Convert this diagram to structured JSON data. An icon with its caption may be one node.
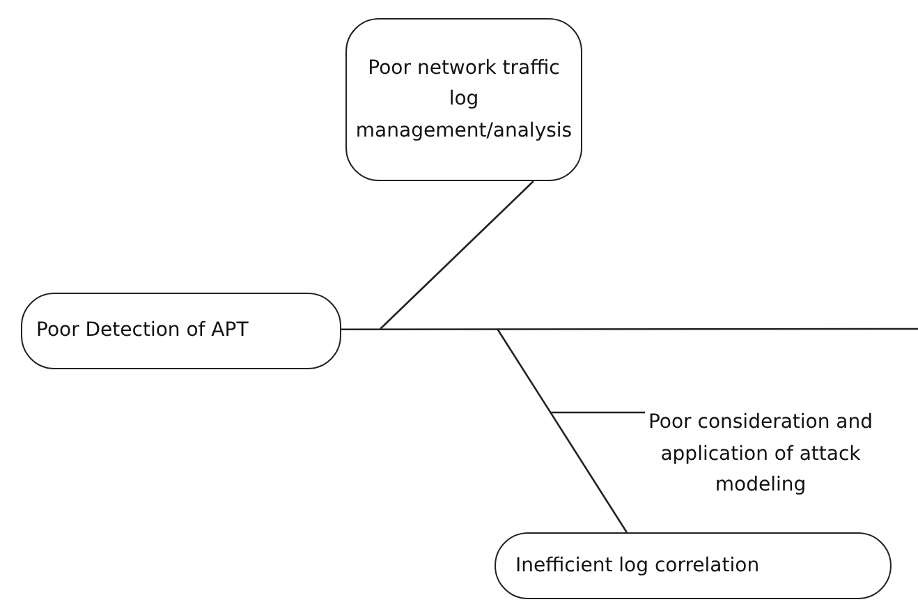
{
  "diagram": {
    "nodes": [
      {
        "text": [
          "Poor network traffic log management/analysis"
        ]
      },
      {
        "text": [
          "Poor Detection of APT"
        ]
      },
      {
        "text": [
          "Poor consideration and application of attack modeling"
        ]
      },
      {
        "text": [
          "Inefficient log correlation"
        ]
      }
    ],
    "edges": [
      {
        "from": 1,
        "to": null,
        "arrow": "none"
      },
      {
        "from": 0,
        "to": null,
        "arrow": "none"
      },
      {
        "from": 3,
        "to": null,
        "arrow": "none"
      },
      {
        "from": 2,
        "to": null,
        "arrow": "none"
      }
    ]
  }
}
